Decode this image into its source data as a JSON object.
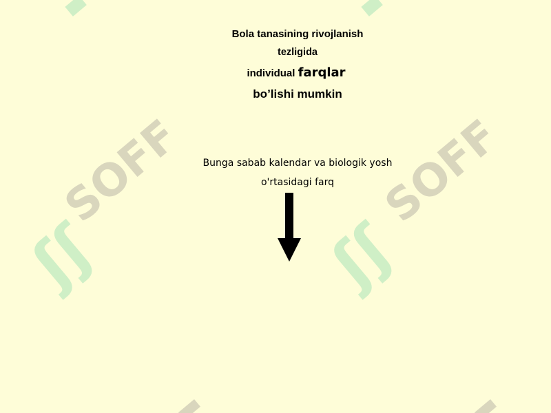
{
  "watermark": {
    "brand": "SOFF",
    "glyph": "ʃʃ",
    "color": "#d9d6bd",
    "glyph_color": "#cfefc6"
  },
  "heading": {
    "line1": "Bola tanasining rivojlanish",
    "line2": "tezligida",
    "line3_prefix": "individual",
    "line3_emph": "farqlar",
    "line4": "bo’lishi mumkin"
  },
  "caption": {
    "line1": "Bunga sabab kalendar va biologik yosh",
    "line2": "o'rtasidagi farq"
  },
  "arrow": {
    "direction": "down",
    "icon": "arrow-down-icon",
    "color": "#000000"
  }
}
